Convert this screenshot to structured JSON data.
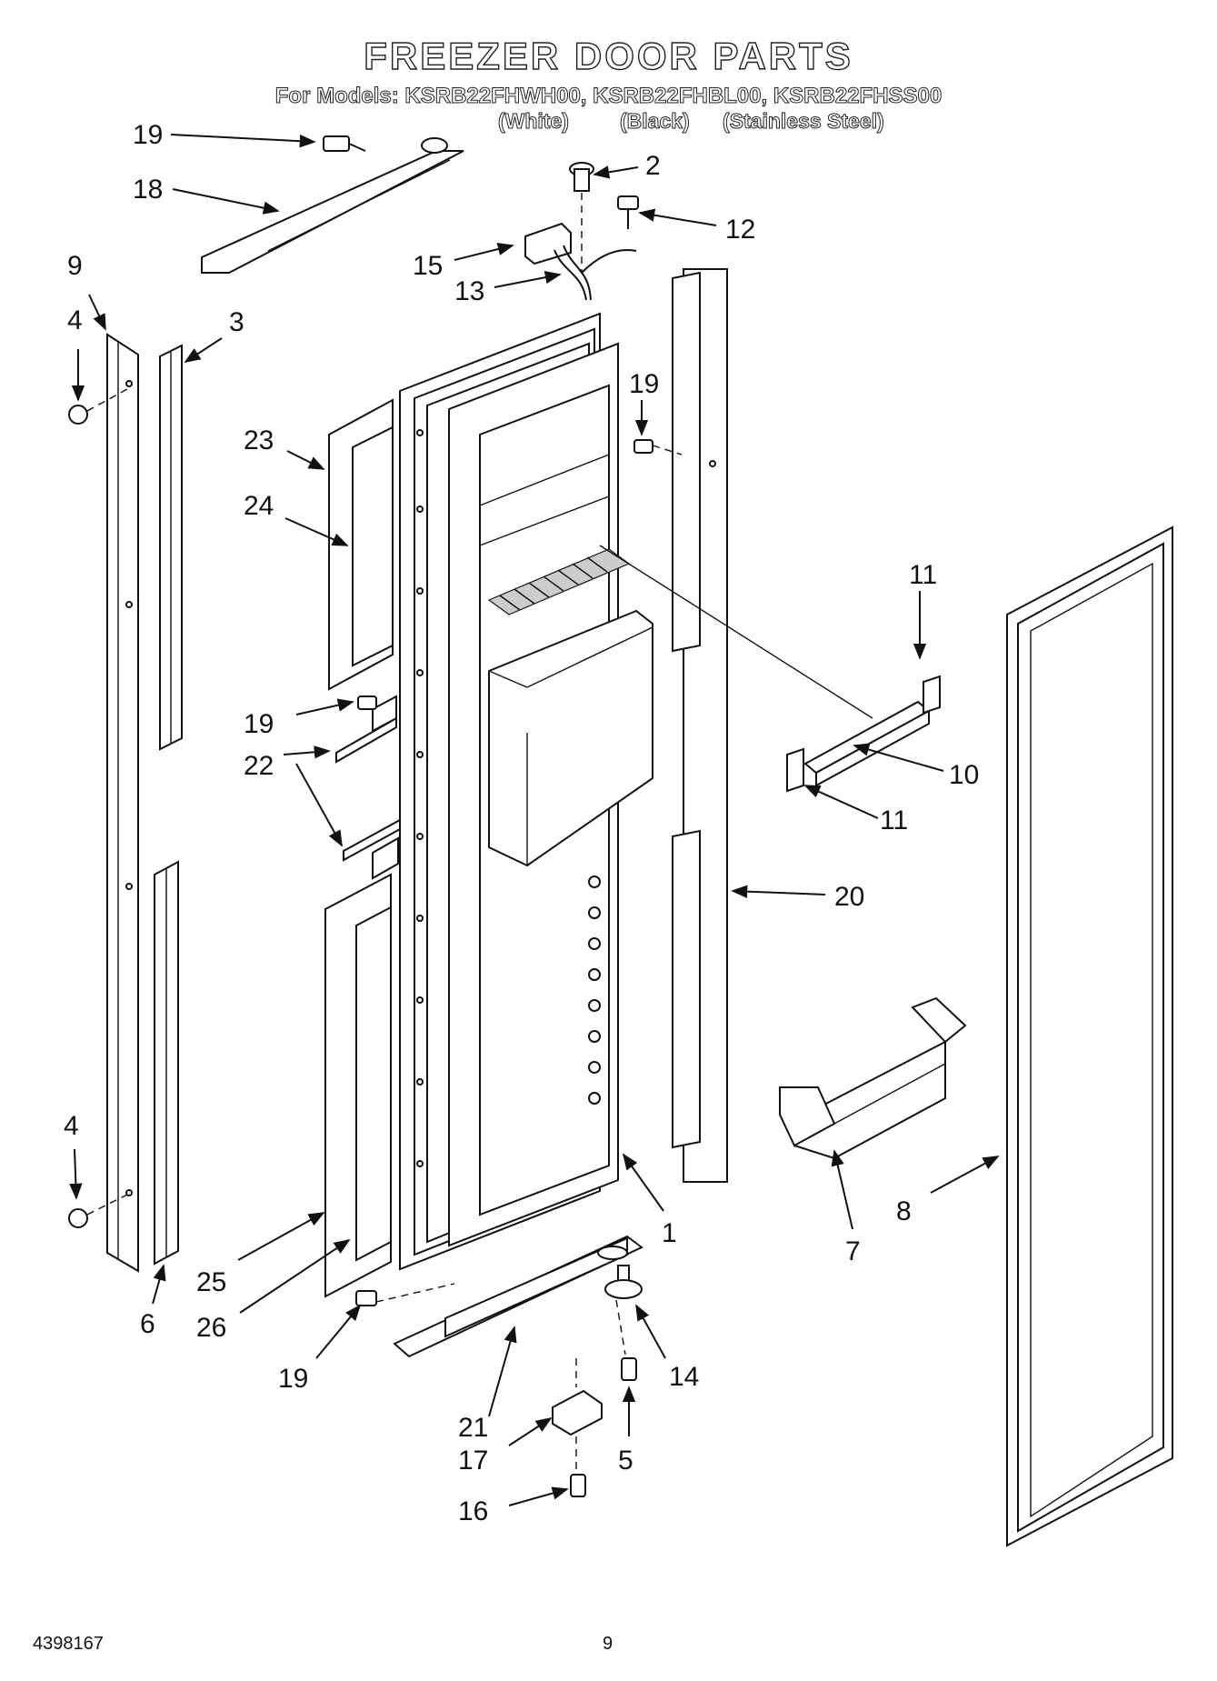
{
  "title": "FREEZER DOOR PARTS",
  "models_line": "For Models: KSRB22FHWH00, KSRB22FHBL00, KSRB22FHSS00",
  "variants": [
    "(White)",
    "(Black)",
    "(Stainless Steel)"
  ],
  "callouts": [
    "19",
    "18",
    "2",
    "12",
    "15",
    "13",
    "9",
    "4",
    "3",
    "19",
    "23",
    "24",
    "11",
    "19",
    "22",
    "10",
    "11",
    "20",
    "4",
    "1",
    "8",
    "7",
    "25",
    "6",
    "26",
    "19",
    "14",
    "21",
    "17",
    "5",
    "16"
  ],
  "footer": {
    "doc_number": "4398167",
    "page_number": "9"
  }
}
